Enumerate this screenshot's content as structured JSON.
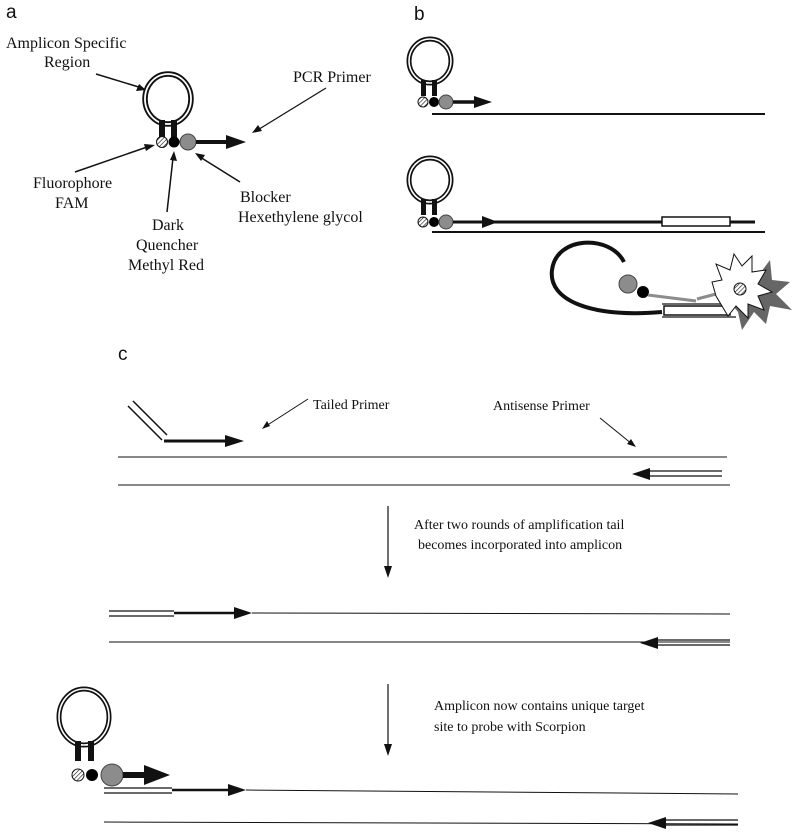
{
  "panel_a": {
    "letter": "a",
    "amplicon_region_line1": "Amplicon Specific",
    "amplicon_region_line2": "Region",
    "pcr_primer": "PCR Primer",
    "fluorophore_line1": "Fluorophore",
    "fluorophore_line2": "FAM",
    "quencher_line1": "Dark",
    "quencher_line2": "Quencher",
    "quencher_line3": "Methyl Red",
    "blocker_line1": "Blocker",
    "blocker_line2": "Hexethylene glycol"
  },
  "panel_b": {
    "letter": "b"
  },
  "panel_c": {
    "letter": "c",
    "tailed_primer": "Tailed Primer",
    "antisense_primer": "Antisense Primer",
    "step1_line1": "After two rounds of amplification tail",
    "step1_line2": "becomes incorporated into amplicon",
    "step2_line1": "Amplicon now contains unique target",
    "step2_line2": "site to probe with Scorpion"
  },
  "colors": {
    "ink": "#111111",
    "fluorophore_hatch": "#111111",
    "quencher": "#000000",
    "blocker": "#8c8c8c",
    "background": "#ffffff"
  }
}
